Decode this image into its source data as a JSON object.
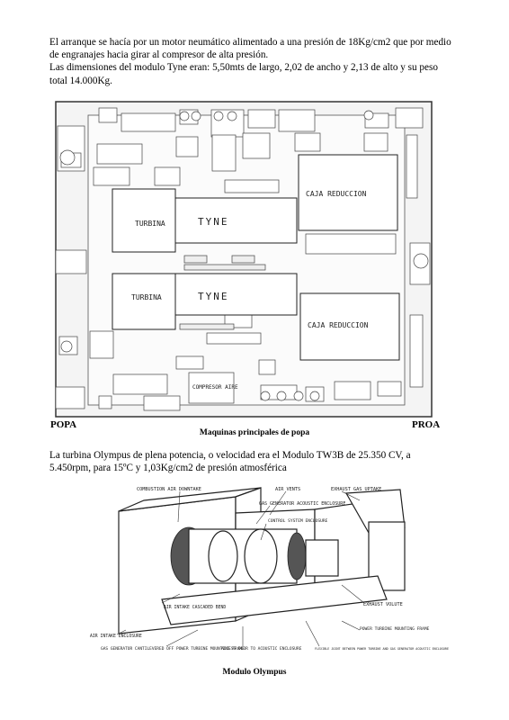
{
  "intro": {
    "line1": "El arranque se hacía por un motor neumático alimentado a una presión de 18Kg/cm2 que por medio",
    "line2": "de engranajes hacia girar al compresor de alta presión.",
    "line3": "Las dimensiones del modulo Tyne eran: 5,50mts de largo, 2,02 de ancho y 2,13 de alto y su peso",
    "line4": "total 14.000Kg."
  },
  "plan": {
    "turbina_label": "TURBINA",
    "tyne_label": "TYNE",
    "caja_label": "CAJA REDUCCION",
    "compresor_aire": "COMPRESOR AIRE",
    "popa": "POPA",
    "proa": "PROA",
    "caption": "Maquinas principales de popa"
  },
  "olympus": {
    "line1": "La turbina Olympus de plena potencia, o velocidad era el Modulo TW3B de 25.350 CV, a",
    "line2": "5.450rpm, para 15ºC y 1,03Kg/cm2 de presión atmosférica",
    "labels": {
      "combustion_air": "COMBUSTION AIR DOWNTAKE",
      "air_vents": "AIR VENTS",
      "exhaust_uptake": "EXHAUST GAS UPTAKE",
      "gas_gen_enclosure": "GAS GENERATOR ACOUSTIC ENCLOSURE",
      "control_system": "CONTROL SYSTEM ENCLOSURE",
      "exhaust_volute": "EXHAUST VOLUTE",
      "air_intake_bend": "AIR INTAKE CASCADED BEND",
      "power_turbine_frame": "POWER TURBINE MOUNTING FRAME",
      "air_intake_enclosure": "AIR INTAKE ENCLOSURE",
      "gas_gen_cantilevered": "GAS GENERATOR CANTILEVERED OFF POWER TURBINE MOUNTING FRAME",
      "access_door": "ACCESS DOOR TO ACOUSTIC ENCLOSURE",
      "flexible_joint": "FLEXIBLE JOINT BETWEEN POWER TURBINE AND GAS GENERATOR ACOUSTIC ENCLOSURE"
    },
    "caption": "Modulo Olympus"
  }
}
